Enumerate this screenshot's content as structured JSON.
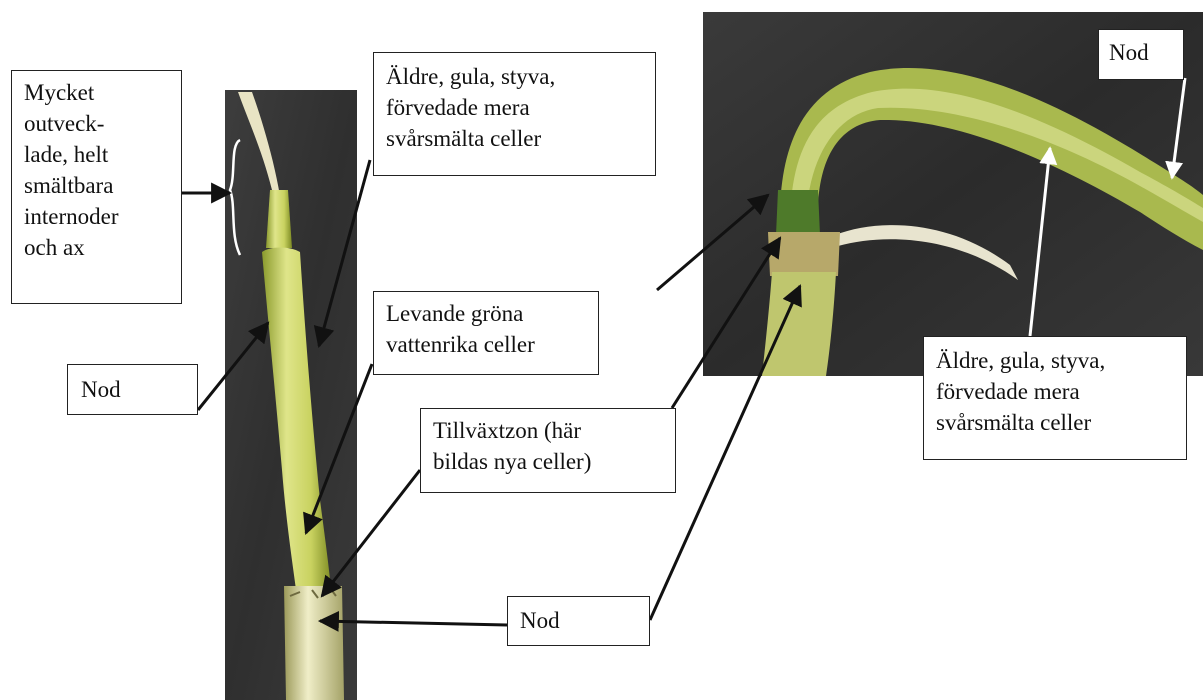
{
  "labels": {
    "mycket": "Mycket\noutveck-\nlade, helt\nsmältbara\ninternoder\noch ax",
    "aldre_left": "Äldre, gula, styva,\nförvedade mera\nsvårsmälta celler",
    "levande": "Levande gröna\nvattenrika celler",
    "nod_left": "Nod",
    "tillvaxtzon": "Tillväxtzon (här\nbildas nya celler)",
    "nod_bottom": "Nod",
    "nod_right": "Nod",
    "aldre_right": "Äldre, gula, styva,\nförvedade mera\nsvårsmälta celler"
  }
}
